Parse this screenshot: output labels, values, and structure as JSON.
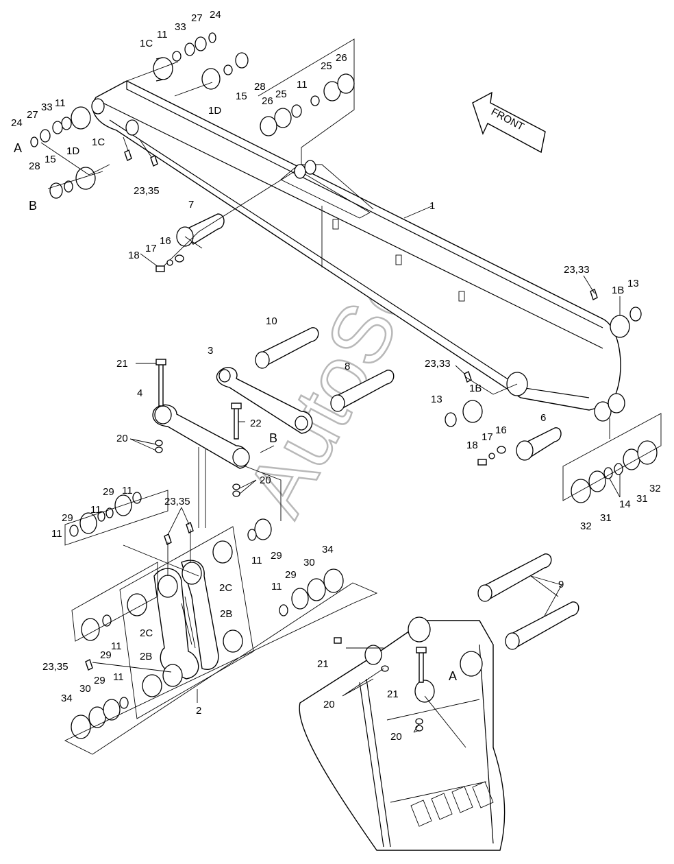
{
  "watermark": "AutoSoft",
  "front_label": "FRONT",
  "labels": {
    "l1": "1",
    "l1B_a": "1B",
    "l1B_b": "1B",
    "l1C_a": "1C",
    "l1C_b": "1C",
    "l1D_a": "1D",
    "l1D_b": "1D",
    "l2": "2",
    "l2B_a": "2B",
    "l2B_b": "2B",
    "l2C_a": "2C",
    "l2C_b": "2C",
    "l3": "3",
    "l4": "4",
    "l6": "6",
    "l7": "7",
    "l8": "8",
    "l9": "9",
    "l10": "10",
    "l11_a": "11",
    "l11_b": "11",
    "l11_c": "11",
    "l11_d": "11",
    "l11_e": "11",
    "l11_f": "11",
    "l11_g": "11",
    "l11_h": "11",
    "l11_i": "11",
    "l11_j": "11",
    "l13_a": "13",
    "l13_b": "13",
    "l14": "14",
    "l15_a": "15",
    "l15_b": "15",
    "l16_a": "16",
    "l16_b": "16",
    "l17_a": "17",
    "l17_b": "17",
    "l18_a": "18",
    "l18_b": "18",
    "l20_a": "20",
    "l20_b": "20",
    "l20_c": "20",
    "l20_d": "20",
    "l21_a": "21",
    "l21_b": "21",
    "l21_c": "21",
    "l22": "22",
    "l2335_a": "23,35",
    "l2335_b": "23,35",
    "l2335_c": "23,35",
    "l2333_a": "23,33",
    "l2333_b": "23,33",
    "l24_a": "24",
    "l24_b": "24",
    "l25_a": "25",
    "l25_b": "25",
    "l26_a": "26",
    "l26_b": "26",
    "l27_a": "27",
    "l27_b": "27",
    "l28_a": "28",
    "l28_b": "28",
    "l29_a": "29",
    "l29_b": "29",
    "l29_c": "29",
    "l29_d": "29",
    "l29_e": "29",
    "l29_f": "29",
    "l30_a": "30",
    "l30_b": "30",
    "l31_a": "31",
    "l31_b": "31",
    "l32_a": "32",
    "l32_b": "32",
    "l33_a": "33",
    "l33_b": "33",
    "l34_a": "34",
    "l34_b": "34",
    "lA_a": "A",
    "lA_b": "A",
    "lB_a": "B",
    "lB_b": "B"
  }
}
